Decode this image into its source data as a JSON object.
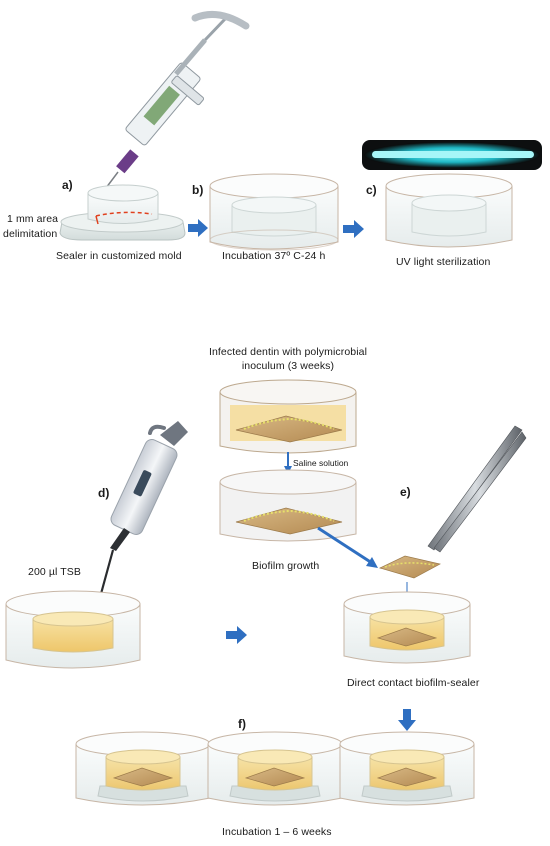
{
  "steps": {
    "a": "a)",
    "b": "b)",
    "c": "c)",
    "d": "d)",
    "e": "e)",
    "f": "f)"
  },
  "captions": {
    "area_delimitation_line1": "1 mm area",
    "area_delimitation_line2": "delimitation",
    "sealer_mold": "Sealer in customized mold",
    "incubation_24h": "Incubation 37º C-24 h",
    "uv_sterilization": "UV light sterilization",
    "infected_dentin_line1": "Infected dentin with polymicrobial",
    "infected_dentin_line2": "inoculum (3 weeks)",
    "saline_solution": "Saline solution",
    "biofilm_growth": "Biofilm growth",
    "tsb_volume": "200 µl TSB",
    "direct_contact": "Direct contact biofilm-sealer",
    "incubation_weeks": "Incubation 1 – 6 weeks"
  },
  "colors": {
    "arrow_blue": "#2f6fc1",
    "uv_cyan": "#5ee6ec",
    "sealer_yellow": "#f2d27a",
    "dentin_tan": "#c9a66e",
    "delimitation_red": "#e0401e"
  }
}
